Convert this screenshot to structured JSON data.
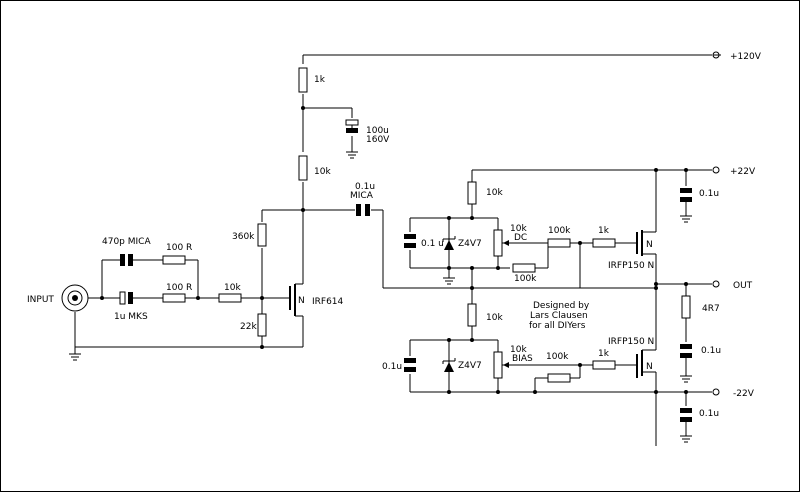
{
  "rails": {
    "plus120": "+120V",
    "plus22": "+22V",
    "out": "OUT",
    "minus22": "-22V"
  },
  "input": {
    "label": "INPUT"
  },
  "labels": {
    "r1k_top": "1k",
    "c100u": "100u",
    "c100u_v": "160V",
    "r10k_top": "10k",
    "c01u_mica": "0.1u",
    "c01u_mica_type": "MICA",
    "r360k": "360k",
    "c470p": "470p MICA",
    "r100R_a": "100 R",
    "r100R_b": "100 R",
    "c1u": "1u MKS",
    "r10k_gate": "10k",
    "r22k": "22k",
    "q_in": "IRF614",
    "q_in_n": "N",
    "r10k_bias_top": "10k",
    "c01u_left_top": "0.1 u",
    "z_top": "Z4V7",
    "pot_dc": "10k",
    "pot_dc_name": "DC",
    "r100k_a": "100k",
    "r100k_b": "100k",
    "r1k_g_top": "1k",
    "q_top": "IRFP150 N",
    "q_top_n": "N",
    "c01u_p22": "0.1u",
    "r4r7": "4R7",
    "c01u_zobel": "0.1u",
    "designer_1": "Designed by",
    "designer_2": "Lars Clausen",
    "designer_3": "for all DIYers",
    "r10k_bias_bot": "10k",
    "c01u_left_bot": "0.1u",
    "z_bot": "Z4V7",
    "pot_bias": "10k",
    "pot_bias_name": "BIAS",
    "r100k_c": "100k",
    "r1k_g_bot": "1k",
    "q_bot": "IRFP150 N",
    "q_bot_n": "N",
    "c01u_m22": "0.1u"
  }
}
